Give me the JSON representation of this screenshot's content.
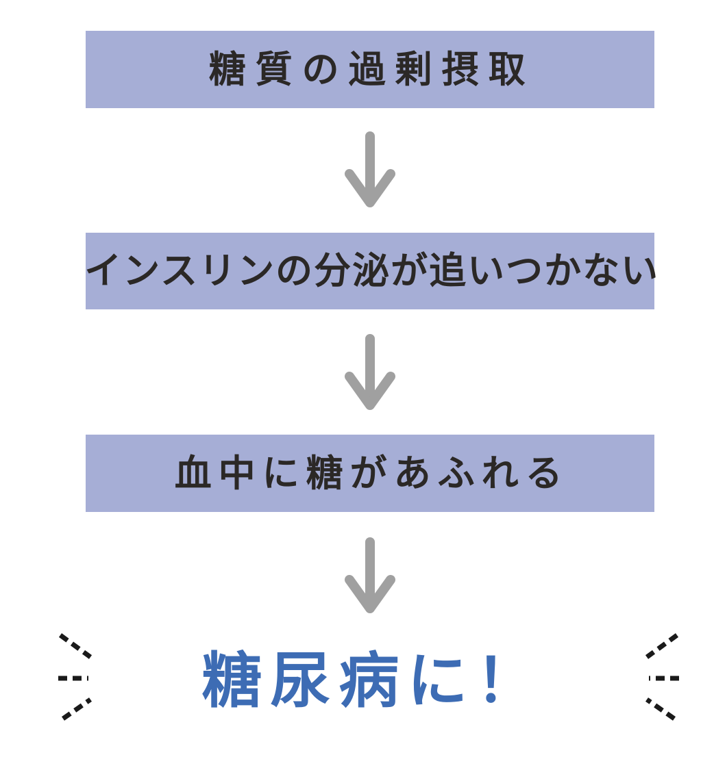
{
  "flowchart": {
    "steps": [
      {
        "label": "糖質の過剰摂取"
      },
      {
        "label": "インスリンの分泌が追いつかない"
      },
      {
        "label": "血中に糖があふれる"
      }
    ],
    "result_label": "糖尿病に！",
    "icons": {
      "arrow": "down-arrow-icon",
      "emphasis_left": "emphasis-dashes-left-icon",
      "emphasis_right": "emphasis-dashes-right-icon"
    },
    "colors": {
      "step_box_bg": "#a6aed6",
      "step_text": "#2b2826",
      "arrow": "#a0a0a0",
      "result_text": "#3d6cb4",
      "emphasis_marks": "#1a1a1a",
      "background": "#ffffff"
    }
  }
}
